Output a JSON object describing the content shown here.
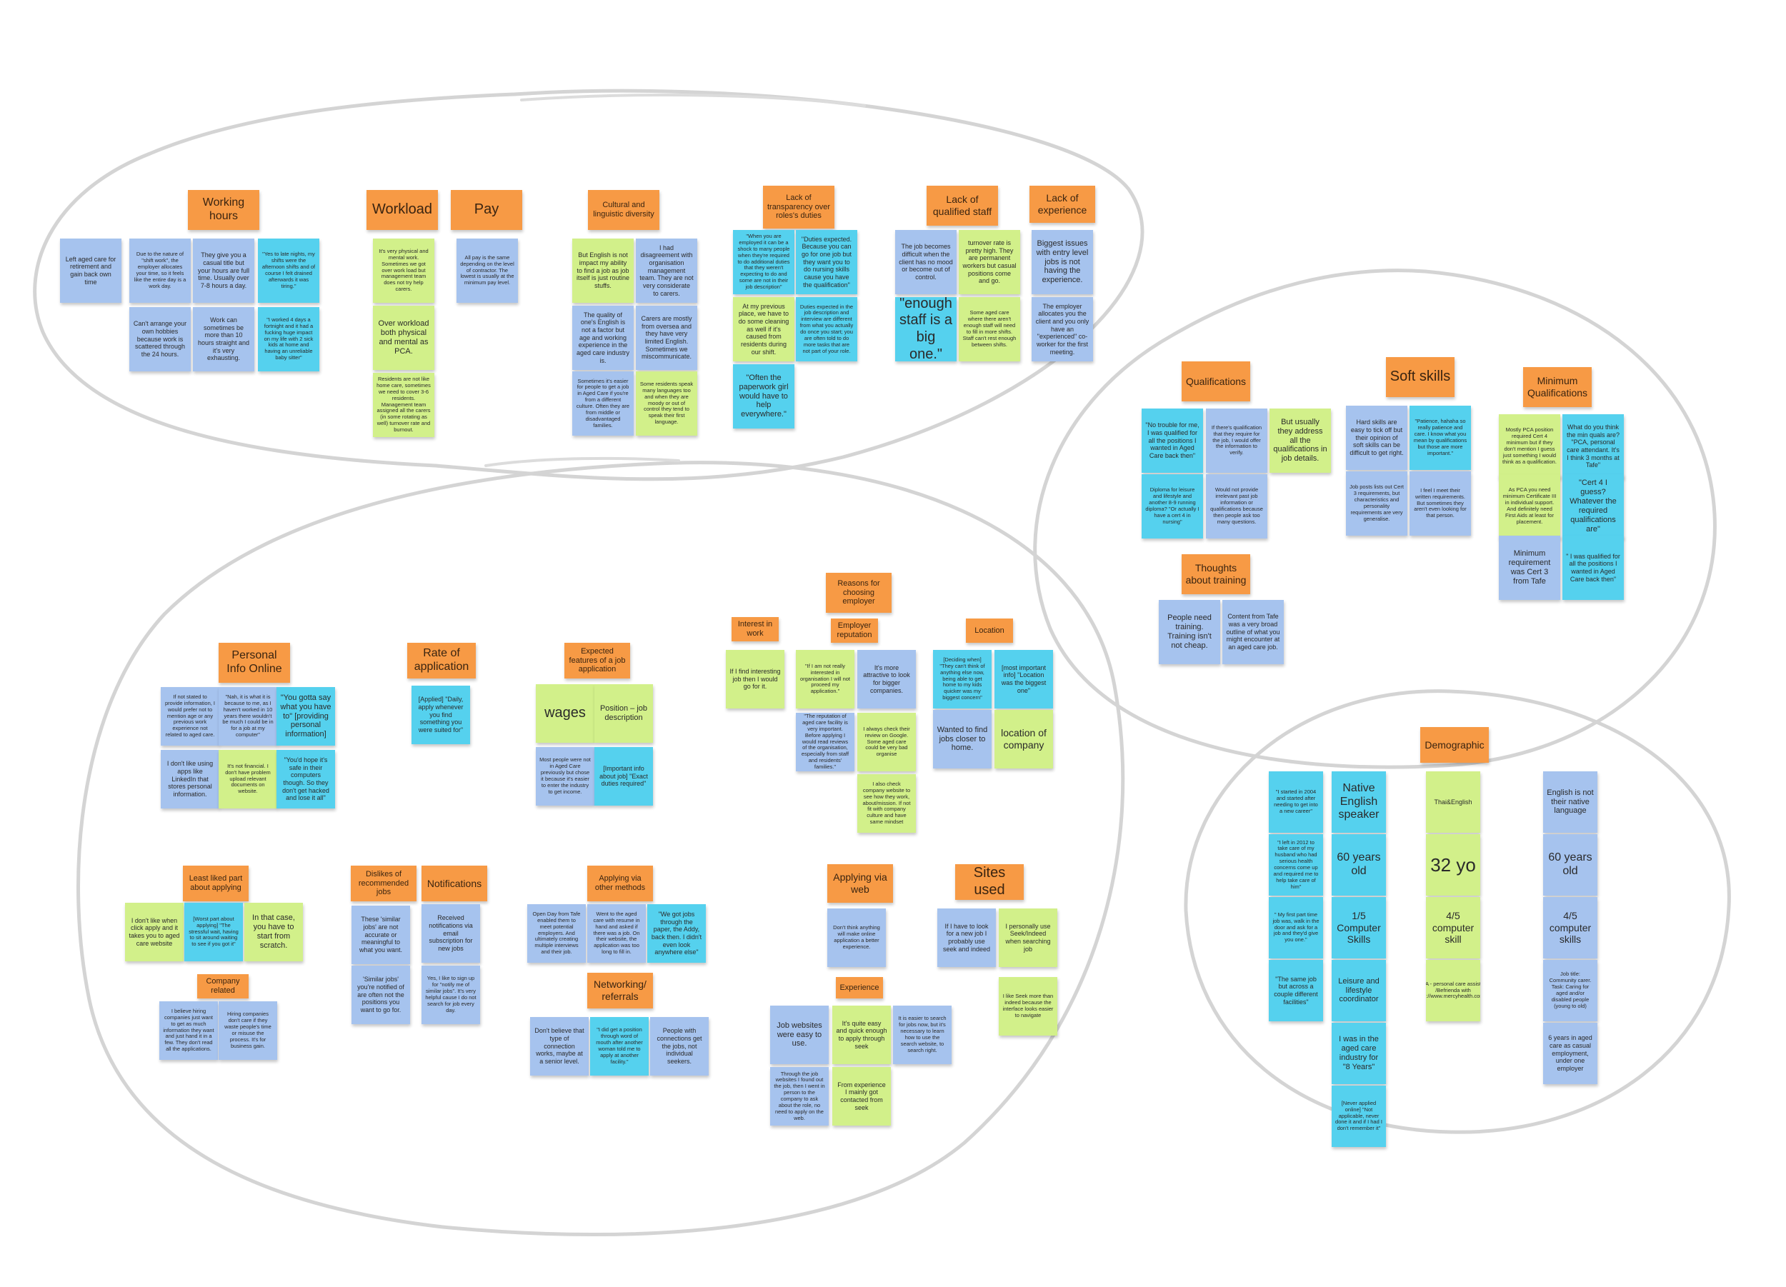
{
  "colors": {
    "orange": "#f79a45",
    "blue": "#a6c3ee",
    "cyan": "#55d1ee",
    "green": "#d2f08a",
    "outline": "#d2d2d2"
  },
  "notes": [
    {
      "id": "working-hours",
      "text": "Working hours"
    },
    {
      "id": "workload",
      "text": "Workload"
    },
    {
      "id": "pay",
      "text": "Pay"
    },
    {
      "id": "cultural",
      "text": "Cultural and linguistic diversity"
    },
    {
      "id": "transparency",
      "text": "Lack of transparency over roles's duties"
    },
    {
      "id": "qualified-staff",
      "text": "Lack of qualified staff"
    },
    {
      "id": "experience",
      "text": "Lack of experience"
    },
    {
      "id": "wh1",
      "text": "Left aged care for retirement and gain back own time"
    },
    {
      "id": "wh2",
      "text": "Due to the nature of \"shift work\", the employer allocates your time, so it feels like the entire day is a work day."
    },
    {
      "id": "wh3",
      "text": "They give you a casual title but your hours are full time. Usually over 7-8 hours a day."
    },
    {
      "id": "wh4",
      "text": "\"Yes to late nights, my shifts were the afternoon shifts and of course I felt drained afterwards it was tiring.\""
    },
    {
      "id": "wh5",
      "text": "Can't arrange your own hobbies because work is scattered through the 24 hours."
    },
    {
      "id": "wh6",
      "text": "Work can sometimes be more than 10 hours straight and it's very exhausting."
    },
    {
      "id": "wh7",
      "text": "\"I worked 4 days a fortnight and it had a fucking huge impact on my life with 2 sick kids at home and having an unreliable baby sitter\""
    },
    {
      "id": "wl1",
      "text": "It's very physical and mental work. Sometimes we got over work load but management team does not try help carers."
    },
    {
      "id": "wl2",
      "text": "Over workload both physical and mental as PCA."
    },
    {
      "id": "wl3",
      "text": "Residents are not like home care, sometimes we need to cover 3-6 residents. Management team assigned all the carers (in some rotating as well) turnover rate and burnout."
    },
    {
      "id": "pay1",
      "text": "All pay is the same depending on the level of contractor. The lowest is usually at the minimum pay level."
    },
    {
      "id": "cl1",
      "text": "But English is not impact my ability to find a job as job itself is just routine stuffs."
    },
    {
      "id": "cl2",
      "text": "I had disagreement with organisation management team. They are not very considerate to carers."
    },
    {
      "id": "cl3",
      "text": "The quality of one's English is not a factor but age and working experience in the aged care industry is."
    },
    {
      "id": "cl4",
      "text": "Carers are mostly from oversea and they have very limited English. Sometimes we miscommunicate."
    },
    {
      "id": "cl5",
      "text": "Sometimes it's easier for people to get a job in Aged Care if you're from a different culture. Often they are from middle or disadvantaged families."
    },
    {
      "id": "cl6",
      "text": "Some residents speak many languages too and when they are moody or out of control they tend to speak their first language."
    },
    {
      "id": "tr1",
      "text": "\"When you are employed it can be a shock to many people when they're required to do additional duties that they weren't expecting to do and some are not in their job description\""
    },
    {
      "id": "tr2",
      "text": "\"Duties expected. Because you can go for one job but they want you to do nursing skills cause you have the qualification\""
    },
    {
      "id": "tr3",
      "text": "At my previous place, we have to do some cleaning as well if it's caused from residents during our shift."
    },
    {
      "id": "tr4",
      "text": "Duties expected in the job description and interview are different from what you actually do once you start; you are often told to do more tasks that are not part of your role."
    },
    {
      "id": "tr5",
      "text": "\"Often the paperwork girl would have to help everywhere.\""
    },
    {
      "id": "qs1",
      "text": "The job becomes difficult when the client has no mood or become out of control."
    },
    {
      "id": "qs2",
      "text": "turnover rate is pretty high. They are permanent workers but casual positions come and go."
    },
    {
      "id": "qs3",
      "text": "\"enough staff is a big one.\""
    },
    {
      "id": "qs4",
      "text": "Some aged care where there aren't enough staff will need to fill in more shifts. Staff can't rest enough between shifts."
    },
    {
      "id": "ex1",
      "text": "Biggest issues with entry level jobs is not having the experience."
    },
    {
      "id": "ex2",
      "text": "The employer allocates you the client and you only have an \"experienced\" co-worker for the first meeting."
    },
    {
      "id": "qualifications",
      "text": "Qualifications"
    },
    {
      "id": "soft-skills",
      "text": "Soft skills"
    },
    {
      "id": "min-qual",
      "text": "Minimum Qualifications"
    },
    {
      "id": "q1",
      "text": "\"No trouble for me, I was qualified for all the positions I wanted in Aged Care back then\""
    },
    {
      "id": "q2",
      "text": "If there's qualification that they require for the job, I would offer the information to verify."
    },
    {
      "id": "q3",
      "text": "But usually they address all the qualifications in job details."
    },
    {
      "id": "q4",
      "text": "Diploma for leisure and lifestyle and another 8-9 running diploma? \"Or actually I have a cert 4 in nursing\""
    },
    {
      "id": "q5",
      "text": "Would not provide irrelevant past job information or qualifications because then people ask too many questions."
    },
    {
      "id": "ss1",
      "text": "Hard skills are easy to tick off but their opinion of soft skills can be difficult to get right."
    },
    {
      "id": "ss2",
      "text": "\"Patience, hahaha so really patience and care. I know what you mean by qualifications but those are more important.\""
    },
    {
      "id": "ss3",
      "text": "Job posts lists out Cert 3 requirements, but characteristics and personality requirements are very generalise."
    },
    {
      "id": "ss4",
      "text": "I feel I meet their written requirements. But sometimes they aren't even looking for that person."
    },
    {
      "id": "mq1",
      "text": "Mostly PCA position required Cert 4 minimum but if they don't mention I guess just something I would think as a qualification."
    },
    {
      "id": "mq2",
      "text": "What do you think the min quals are? \"PCA, personal care attendant. It's I think 3 months at Tafe\""
    },
    {
      "id": "mq3",
      "text": "As PCA you need minimum Certificate III in individual support. And definitely need First Aids at least for placement."
    },
    {
      "id": "mq4",
      "text": "\"Cert 4 I guess? Whatever the required qualifications are\""
    },
    {
      "id": "mq5",
      "text": "Minimum requirement was Cert 3 from Tafe"
    },
    {
      "id": "mq6",
      "text": "\" I was qualified for all the positions I wanted in Aged Care back then\""
    },
    {
      "id": "thoughts-training",
      "text": "Thoughts about training"
    },
    {
      "id": "tt1",
      "text": "People need training. Training isn't not cheap."
    },
    {
      "id": "tt2",
      "text": "Content from Tafe was a very broad outline of what you might encounter at an aged care job."
    },
    {
      "id": "reasons",
      "text": "Reasons for choosing employer"
    },
    {
      "id": "personal-info",
      "text": "Personal Info Online"
    },
    {
      "id": "rate-app",
      "text": "Rate of application"
    },
    {
      "id": "expected-features",
      "text": "Expected features of a job application"
    },
    {
      "id": "interest-work",
      "text": "Interest in work"
    },
    {
      "id": "employer-rep",
      "text": "Employer reputation"
    },
    {
      "id": "location",
      "text": "Location"
    },
    {
      "id": "pi1",
      "text": "If not stated to provide information, I would prefer not to mention age or any previous work experience not related to aged care."
    },
    {
      "id": "pi2",
      "text": "\"Nah, it is what it is because to me, as I haven't worked in 10 years there wouldn't be much I could be in for a job at my computer\""
    },
    {
      "id": "pi3",
      "text": "\"You gotta say what you have to\" [providing personal information]"
    },
    {
      "id": "pi4",
      "text": "I don't like using apps like LinkedIn that stores personal information."
    },
    {
      "id": "pi5",
      "text": "It's not financial. I don't have problem upload relevant documents on website."
    },
    {
      "id": "pi6",
      "text": "\"You'd hope it's safe in their computers though. So they don't get hacked and lose it all\""
    },
    {
      "id": "ra1",
      "text": "[Applied] \"Daily, apply whenever you find something you were suited for\""
    },
    {
      "id": "ef1",
      "text": "wages"
    },
    {
      "id": "ef2",
      "text": "Position – job description"
    },
    {
      "id": "ef3",
      "text": "Most people were not in Aged Care previously but chose it because it's easier to enter the industry to get income."
    },
    {
      "id": "ef4",
      "text": "[Important info about job] \"Exact duties required\""
    },
    {
      "id": "iw1",
      "text": "If I find interesting job then I would go for it."
    },
    {
      "id": "er1",
      "text": "\"If I am not really interested in organisation I will not proceed my application.\""
    },
    {
      "id": "er2",
      "text": "It's more attractive to look for bigger companies."
    },
    {
      "id": "er3",
      "text": "\"The reputation of aged care facility is very important. Before applying I would read reviews of the organisation, especially from staff and residents' families.\""
    },
    {
      "id": "er4",
      "text": "I always check their review on Google. Some aged care could be very bad organise"
    },
    {
      "id": "er5",
      "text": "I also check company website to see how they work, about/mission. If not fit with company culture and have same mindset"
    },
    {
      "id": "lo1",
      "text": "[Deciding when] \"They can't think of anything else now, being able to get home to my kids quicker was my biggest concern\""
    },
    {
      "id": "lo2",
      "text": "[most important info] \"Location was the biggest one\""
    },
    {
      "id": "lo3",
      "text": "Wanted to find jobs closer to home."
    },
    {
      "id": "lo4",
      "text": "location of company"
    },
    {
      "id": "least-liked",
      "text": "Least liked part about applying"
    },
    {
      "id": "dislikes-rec",
      "text": "Dislikes of recommended jobs"
    },
    {
      "id": "notifications",
      "text": "Notifications"
    },
    {
      "id": "applying-other",
      "text": "Applying via other methods"
    },
    {
      "id": "applying-web",
      "text": "Applying via web"
    },
    {
      "id": "sites-used",
      "text": "Sites used"
    },
    {
      "id": "ll1",
      "text": "I don't like when click apply and it takes you to aged care website"
    },
    {
      "id": "ll2",
      "text": "[Worst part about applying] \"The stressful wait, having to sit around waiting to see if you got it\""
    },
    {
      "id": "ll3",
      "text": "In that case, you have to start from scratch."
    },
    {
      "id": "company-related",
      "text": "Company related"
    },
    {
      "id": "cr1",
      "text": "I believe hiring companies just want to get as much information they want and just hand it in a few. They don't read all the applications."
    },
    {
      "id": "cr2",
      "text": "Hiring companies don't care if they waste people's time or misuse the process. It's for business gain."
    },
    {
      "id": "dr1",
      "text": "These 'similar jobs' are not accurate or meaningful to what you want."
    },
    {
      "id": "dr2",
      "text": "'Similar jobs' you're notified of are often not the positions you want to go for."
    },
    {
      "id": "no1",
      "text": "Received notifications via email subscription for new jobs"
    },
    {
      "id": "no2",
      "text": "Yes, I like to sign up for \"notify me of similar jobs\". It's very helpful cause I do not search for job every day."
    },
    {
      "id": "ao1",
      "text": "Open Day from Tafe enabled them to meet potential employers. And ultimately creating multiple interviews and their job."
    },
    {
      "id": "ao2",
      "text": "Went to the aged care with resume in hand and asked if there was a job. On their website, the application was too long to fill in."
    },
    {
      "id": "ao3",
      "text": "\"We got jobs through the paper, the Addy, back then. I didn't even look anywhere else\""
    },
    {
      "id": "networking",
      "text": "Networking/ referrals"
    },
    {
      "id": "nr1",
      "text": "Don't believe that type of connection works, maybe at a senior level."
    },
    {
      "id": "nr2",
      "text": "\"I did get a position through word of mouth after another woman told me to apply at another facility.\""
    },
    {
      "id": "nr3",
      "text": "People with connections get the jobs, not individual seekers."
    },
    {
      "id": "aw1",
      "text": "Don't think anything will make online application a better experience."
    },
    {
      "id": "experience-web",
      "text": "Experience"
    },
    {
      "id": "aw2",
      "text": "Job websites were easy to use."
    },
    {
      "id": "aw3",
      "text": "It's quite easy and quick enough to apply through seek"
    },
    {
      "id": "aw4",
      "text": "It is easier to search for jobs now, but it's necessary to learn how to use the search website, to search right."
    },
    {
      "id": "aw5",
      "text": "Through the job websites I found out the job, then I went in person to the company to ask about the role, no need to apply on the web."
    },
    {
      "id": "aw6",
      "text": "From experience I mainly got contacted from seek"
    },
    {
      "id": "su1",
      "text": "If I have to look for a new job I probably use seek and indeed"
    },
    {
      "id": "su2",
      "text": "I personally use Seek/Indeed when searching job"
    },
    {
      "id": "su3",
      "text": "I like Seek more than indeed because the interface looks easier to navigate"
    },
    {
      "id": "demographic",
      "text": "Demographic"
    },
    {
      "id": "d1",
      "text": "\"I started in 2004 and started after needing to get into a new career\""
    },
    {
      "id": "d2",
      "text": "Native English speaker"
    },
    {
      "id": "d3",
      "text": "Thai&English"
    },
    {
      "id": "d4",
      "text": "English is not their native language"
    },
    {
      "id": "d5",
      "text": "\"I left in 2012 to take care of my husband who had serious health concerns come up and required me to help take care of him\""
    },
    {
      "id": "d6",
      "text": "60 years old"
    },
    {
      "id": "d7",
      "text": "32 yo"
    },
    {
      "id": "d8",
      "text": "60 years old"
    },
    {
      "id": "d9",
      "text": "\" My first part time job was, walk in the door and ask for a job and they'd give you one.\""
    },
    {
      "id": "d10",
      "text": "1/5 Computer Skills"
    },
    {
      "id": "d11",
      "text": "4/5 computer skill"
    },
    {
      "id": "d12",
      "text": "4/5 computer skills"
    },
    {
      "id": "d13",
      "text": "\"The same job but across a couple different facilities\""
    },
    {
      "id": "d14",
      "text": "Leisure and lifestyle coordinator"
    },
    {
      "id": "d15",
      "text": "PCA - personal care assistant /Befrienda with https://www.mercyhealth.com.au"
    },
    {
      "id": "d16",
      "text": "Job title: Community carer. Task: Caring for aged and/or disabled people (young to old)"
    },
    {
      "id": "d17",
      "text": "I was in the aged care industry for \"8 Years\""
    },
    {
      "id": "d18",
      "text": "6 years in aged care as casual employment, under one employer"
    },
    {
      "id": "d19",
      "text": "[Never applied online] \"Not applicable, never done it and if I had I don't remember it\""
    }
  ]
}
